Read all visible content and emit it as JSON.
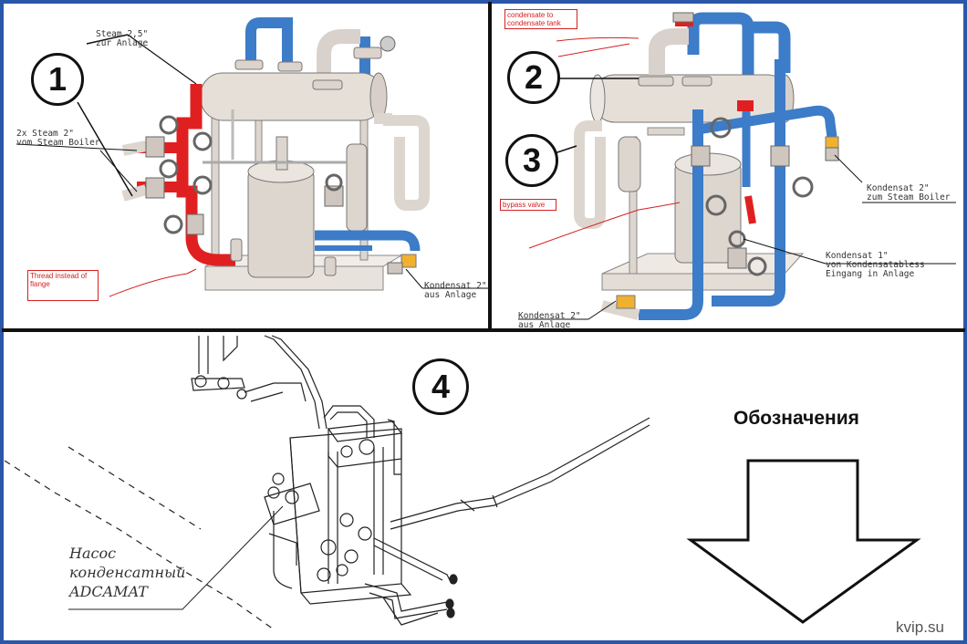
{
  "panels": {
    "p1": {
      "number": "1",
      "steam_top": "Steam 2,5\"\nzur Anlage",
      "steam_in": "2x Steam 2\"\nvom Steam Boiler",
      "kondensat": "Kondensat 2\"\naus Anlage",
      "note": "Thread instead of\nflange"
    },
    "p2": {
      "number_a": "2",
      "number_b": "3",
      "note_top": "condensate to\ncondensate tank",
      "note_bypass": "bypass valve",
      "kondensat_right": "Kondensat 2\"\nzum Steam Boiler",
      "kondensat_mid": "Kondensat 1\"\nvon Kondensatabless\nEingang in Anlage",
      "kondensat_bottom": "Kondensat 2\"\naus Anlage"
    },
    "p3": {
      "number": "4",
      "pump_label": "Насос\nконденсатный\nADCAMAT",
      "legend_title": "Обозначения"
    }
  },
  "watermark": "kvip.su",
  "colors": {
    "border": "#2b57a8",
    "steam_red": "#e02020",
    "condensate_blue": "#3c7cc8",
    "pipe_grey": "#d9d2cc",
    "fitting_yellow": "#f0b030"
  }
}
